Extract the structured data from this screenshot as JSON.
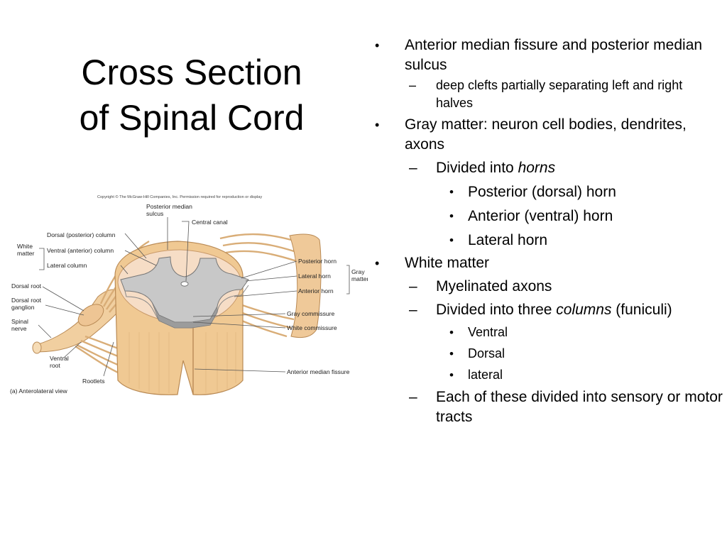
{
  "slide": {
    "title_line1": "Cross Section",
    "title_line2": "of Spinal Cord"
  },
  "figure": {
    "copyright": "Copyright © The McGraw-Hill Companies, Inc. Permission required for reproduction or display",
    "labels": {
      "posterior_median_sulcus_1": "Posterior median",
      "posterior_median_sulcus_2": "sulcus",
      "central_canal": "Central canal",
      "white_matter_1": "White",
      "white_matter_2": "matter",
      "dorsal_column": "Dorsal (posterior) column",
      "ventral_column": "Ventral (anterior) column",
      "lateral_column": "Lateral column",
      "dorsal_root": "Dorsal root",
      "dorsal_root_ganglion_1": "Dorsal root",
      "dorsal_root_ganglion_2": "ganglion",
      "spinal_nerve_1": "Spinal",
      "spinal_nerve_2": "nerve",
      "ventral_root_1": "Ventral",
      "ventral_root_2": "root",
      "rootlets": "Rootlets",
      "view": "(a) Anterolateral view",
      "posterior_horn": "Posterior horn",
      "lateral_horn": "Lateral horn",
      "anterior_horn": "Anterior horn",
      "gray_matter_1": "Gray",
      "gray_matter_2": "matter",
      "gray_commissure": "Gray commissure",
      "white_commissure": "White commissure",
      "anterior_median_fissure": "Anterior median fissure"
    }
  },
  "content": {
    "b1": {
      "marker": "•",
      "text": "Anterior median fissure and posterior median sulcus"
    },
    "b1_sub1": {
      "marker": "–",
      "text": "deep clefts partially separating left and right halves"
    },
    "b2": {
      "marker": "•",
      "text": "Gray matter: neuron cell bodies, dendrites, axons"
    },
    "b2_sub1": {
      "marker": "–",
      "text_pre": "Divided into ",
      "text_em": "horns"
    },
    "b2_sub1_items": [
      {
        "marker": "•",
        "text": "Posterior (dorsal) horn"
      },
      {
        "marker": "•",
        "text": "Anterior (ventral) horn"
      },
      {
        "marker": "•",
        "text": "Lateral horn"
      }
    ],
    "b3": {
      "marker": "•",
      "text": "White matter"
    },
    "b3_sub1": {
      "marker": "–",
      "text": "Myelinated axons"
    },
    "b3_sub2": {
      "marker": "–",
      "text_pre": "Divided into three ",
      "text_em": "columns",
      "text_post": " (funiculi)"
    },
    "b3_sub2_items": [
      {
        "marker": "•",
        "text": "Ventral"
      },
      {
        "marker": "•",
        "text": "Dorsal"
      },
      {
        "marker": "•",
        "text": "lateral"
      }
    ],
    "b3_sub3": {
      "marker": "–",
      "text": "Each of these divided into sensory or motor tracts"
    }
  }
}
